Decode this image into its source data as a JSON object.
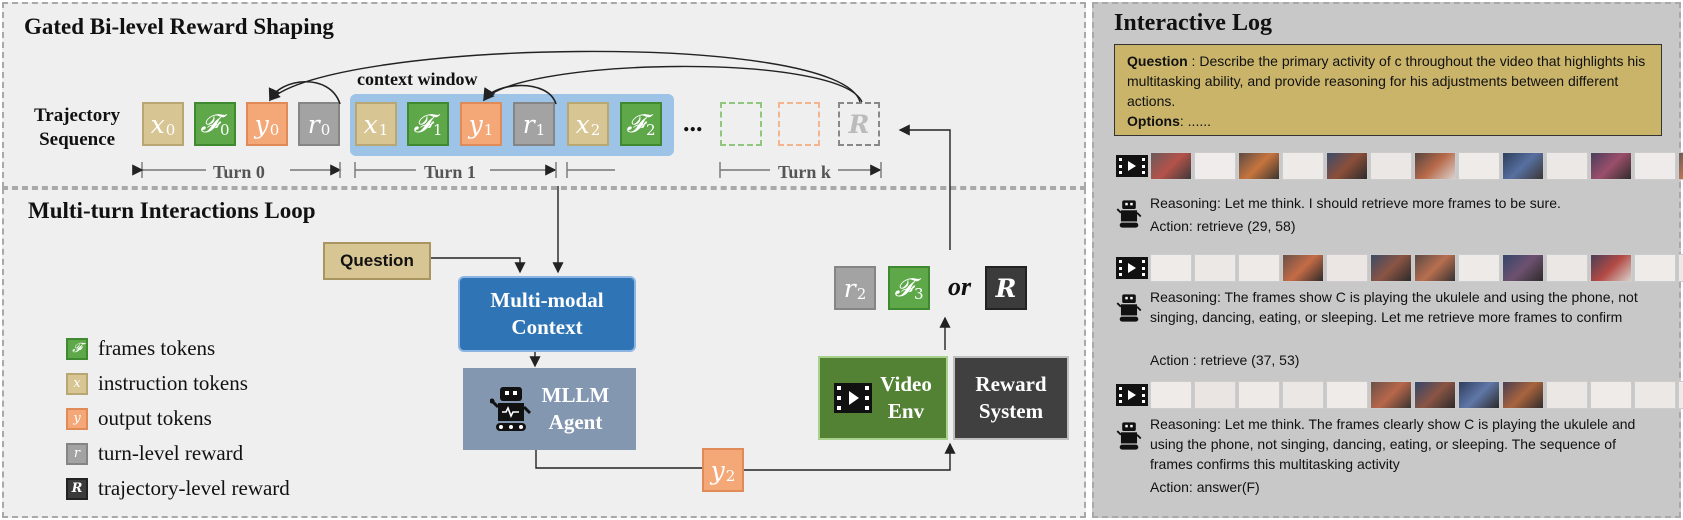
{
  "top_panel": {
    "title": "Gated Bi-level Reward Shaping",
    "context_window_label": "context window",
    "sequence_label_1": "Trajectory",
    "sequence_label_2": "Sequence",
    "turns": [
      "Turn 0",
      "Turn 1",
      "Turn k"
    ],
    "ellipsis": "...",
    "tokens": [
      {
        "sym": "x",
        "sub": "0",
        "kind": "instruction"
      },
      {
        "sym": "𝓕",
        "sub": "0",
        "kind": "frames"
      },
      {
        "sym": "y",
        "sub": "0",
        "kind": "output"
      },
      {
        "sym": "r",
        "sub": "0",
        "kind": "turn-reward"
      },
      {
        "sym": "x",
        "sub": "1",
        "kind": "instruction"
      },
      {
        "sym": "𝓕",
        "sub": "1",
        "kind": "frames"
      },
      {
        "sym": "y",
        "sub": "1",
        "kind": "output"
      },
      {
        "sym": "r",
        "sub": "1",
        "kind": "turn-reward"
      },
      {
        "sym": "x",
        "sub": "2",
        "kind": "instruction"
      },
      {
        "sym": "𝓕",
        "sub": "2",
        "kind": "frames"
      },
      {
        "sym": "R",
        "sub": "",
        "kind": "trajectory-reward"
      }
    ]
  },
  "loop_panel": {
    "title": "Multi-turn Interactions Loop",
    "question": "Question",
    "context_1": "Multi-modal",
    "context_2": "Context",
    "agent_1": "MLLM",
    "agent_2": "Agent",
    "env_1": "Video",
    "env_2": "Env",
    "reward_1": "Reward",
    "reward_2": "System",
    "or_label": "or",
    "out_r": {
      "sym": "r",
      "sub": "2"
    },
    "out_f": {
      "sym": "𝓕",
      "sub": "3"
    },
    "out_R": {
      "sym": "R"
    },
    "out_y": {
      "sym": "y",
      "sub": "2"
    }
  },
  "legend": [
    {
      "glyph": "𝓕",
      "text": "frames tokens",
      "color": "#5ea84a",
      "border": "#3f8a30"
    },
    {
      "glyph": "x",
      "text": "instruction tokens",
      "color": "#d8c594",
      "border": "#b8a673"
    },
    {
      "glyph": "y",
      "text": "output tokens",
      "color": "#f4a777",
      "border": "#e08a58"
    },
    {
      "glyph": "r",
      "text": "turn-level reward",
      "color": "#a3a3a3",
      "border": "#858585"
    },
    {
      "glyph": "R",
      "text": "trajectory-level reward",
      "color": "#3b3b3b",
      "border": "#222222"
    }
  ],
  "log": {
    "title": "Interactive Log",
    "question_label": "Question",
    "question_text": "Describe the primary activity of c throughout the video that highlights his multitasking ability, and provide reasoning for his adjustments between different actions.",
    "options_label": "Options",
    "options_text": ": ......",
    "steps": [
      {
        "reasoning": "Reasoning: Let me think. I should retrieve more frames to be sure.",
        "action": "Action: retrieve (29, 58)"
      },
      {
        "reasoning": "Reasoning: The frames show C is playing the ukulele and using the phone, not singing, dancing, eating, or sleeping. Let me retrieve more frames to confirm",
        "action": "Action : retrieve (37, 53)"
      },
      {
        "reasoning": "Reasoning: Let me think. The frames clearly show C is playing the ukulele and using the phone, not singing, dancing, eating, or sleeping. The sequence of frames confirms this multitasking activity",
        "action": "Action: answer(F)"
      }
    ]
  },
  "colors": {
    "instruction": "#d8c594",
    "frames": "#5ea84a",
    "output": "#f4a777",
    "turn_reward": "#a3a3a3",
    "trajectory_reward": "#3b3b3b",
    "context_blue": "#2f75b5",
    "agent_slate": "#8497b0",
    "env_green": "#548235",
    "reward_dark": "#404040",
    "context_window_bg": "#9dc3e6",
    "question_gold": "#c9b46a"
  }
}
